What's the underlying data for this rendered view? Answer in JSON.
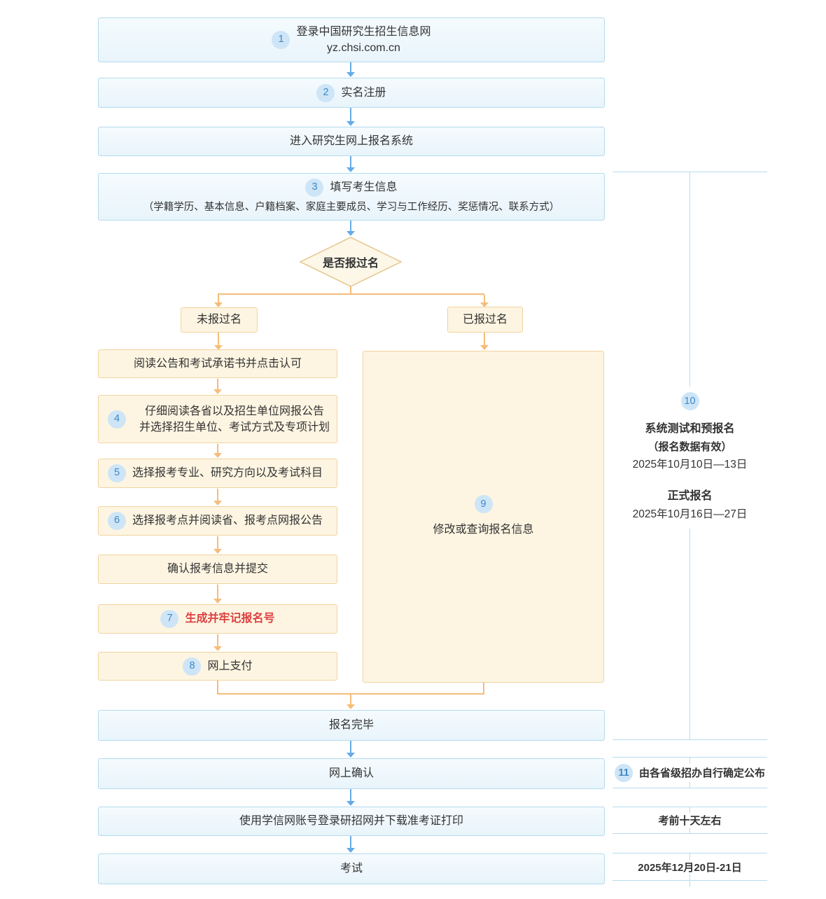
{
  "colors": {
    "blue_box_fill": "#eaf4fb",
    "blue_box_border": "#b3daee",
    "orange_box_fill": "#fdf5e2",
    "orange_box_border": "#f1d3a0",
    "blue_arrow": "#66abe6",
    "orange_arrow": "#f5bd79",
    "badge_bg": "#cde5f7",
    "badge_text": "#3f88c5",
    "emphasis_red": "#dd4040",
    "sidebar_line": "#b5dcee",
    "text": "#333333"
  },
  "flow": {
    "top": [
      {
        "badge": "1",
        "line1": "登录中国研究生招生信息网",
        "line2": "yz.chsi.com.cn"
      },
      {
        "badge": "2",
        "text": "实名注册"
      },
      {
        "text": "进入研究生网上报名系统"
      },
      {
        "badge": "3",
        "title": "填写考生信息",
        "subtitle": "（学籍学历、基本信息、户籍档案、家庭主要成员、学习与工作经历、奖惩情况、联系方式）"
      }
    ],
    "decision": {
      "text": "是否报过名"
    },
    "branches": {
      "left": "未报过名",
      "right": "已报过名"
    },
    "left_steps": [
      {
        "text": "阅读公告和考试承诺书并点击认可"
      },
      {
        "badge": "4",
        "line1": "仔细阅读各省以及招生单位网报公告",
        "line2": "并选择招生单位、考试方式及专项计划"
      },
      {
        "badge": "5",
        "text": "选择报考专业、研究方向以及考试科目"
      },
      {
        "badge": "6",
        "text": "选择报考点并阅读省、报考点网报公告"
      },
      {
        "text": "确认报考信息并提交"
      },
      {
        "badge": "7",
        "text": "生成并牢记报名号"
      },
      {
        "badge": "8",
        "text": "网上支付"
      }
    ],
    "right_step": {
      "badge": "9",
      "text": "修改或查询报名信息"
    },
    "bottom": [
      {
        "text": "报名完毕"
      },
      {
        "text": "网上确认"
      },
      {
        "text": "使用学信网账号登录研招网并下载准考证打印"
      },
      {
        "text": "考试"
      }
    ]
  },
  "sidebar": {
    "period": {
      "badge": "10",
      "test_title": "系统测试和预报名",
      "test_note": "（报名数据有效）",
      "test_dates": "2025年10月10日—13日",
      "official_title": "正式报名",
      "official_dates": "2025年10月16日—27日"
    },
    "notes": [
      {
        "badge": "11",
        "text": "由各省级招办自行确定公布"
      },
      {
        "text": "考前十天左右"
      },
      {
        "text": "2025年12月20日-21日"
      }
    ]
  }
}
